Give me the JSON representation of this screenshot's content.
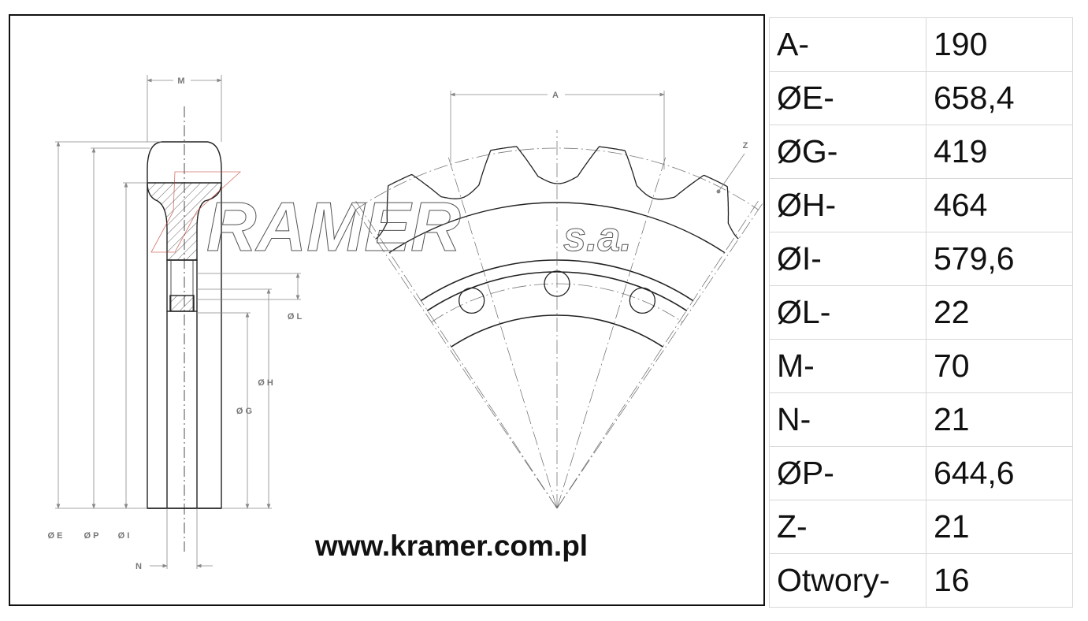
{
  "drawing": {
    "watermark_logo": "KRAMER s.a.",
    "website": "www.kramer.com.pl",
    "labels": {
      "M": "M",
      "A": "A",
      "Z": "Z",
      "E": "Ø E",
      "P": "Ø P",
      "I": "Ø I",
      "L": "Ø L",
      "H": "Ø H",
      "G": "Ø G",
      "N": "N"
    }
  },
  "specs": [
    {
      "key": "A-",
      "value": "190"
    },
    {
      "key": "ØE-",
      "value": "658,4"
    },
    {
      "key": "ØG-",
      "value": "419"
    },
    {
      "key": "ØH-",
      "value": "464"
    },
    {
      "key": "ØI-",
      "value": "579,6"
    },
    {
      "key": "ØL-",
      "value": "22"
    },
    {
      "key": "M-",
      "value": "70"
    },
    {
      "key": "N-",
      "value": "21"
    },
    {
      "key": "ØP-",
      "value": "644,6"
    },
    {
      "key": "Z-",
      "value": "21"
    },
    {
      "key": "Otwory-",
      "value": "16"
    }
  ],
  "colors": {
    "line": "#222222",
    "dim": "#888888",
    "logo_red": "#c0392b"
  }
}
